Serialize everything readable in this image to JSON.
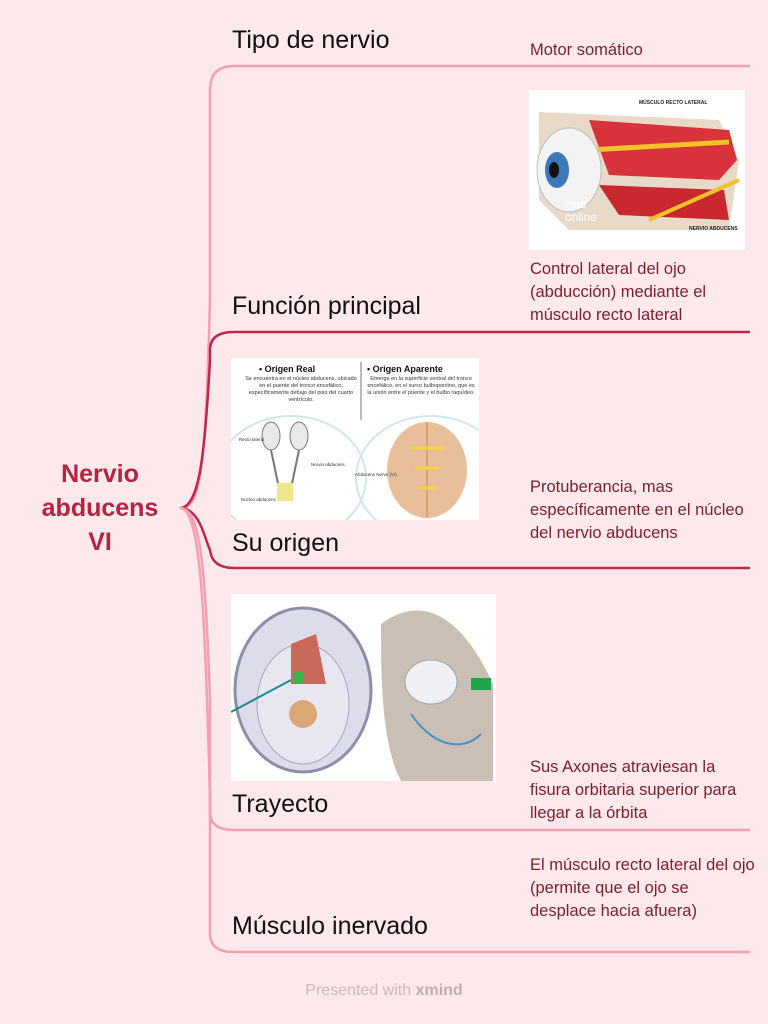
{
  "central": {
    "line1": "Nervio",
    "line2": "abducens",
    "line3": "VI"
  },
  "branches": [
    {
      "title": "Tipo de  nervio",
      "text": "Motor somático"
    },
    {
      "title": "Función principal",
      "text": "Control lateral del ojo (abducción) mediante el músculo recto lateral"
    },
    {
      "title": "Su origen",
      "text": "Protuberancia, mas específicamente en el núcleo del nervio abducens"
    },
    {
      "title": "Trayecto",
      "text": "Sus Axones atraviesan la fisura orbitaria superior para llegar a la órbita"
    },
    {
      "title": "Músculo inervado",
      "text": "El músculo recto lateral del ojo (permite que el ojo se desplace hacia afuera)"
    }
  ],
  "figures": {
    "eye": {
      "label_top": "MÚSCULO RECTO LATERAL",
      "label_bottom": "NERVIO ABDUCENS",
      "watermark1": "fisio",
      "watermark2": "online"
    },
    "origin": {
      "left_title": "• Origen Real",
      "left_text": "Se encuentra en el núcleo abducens, ubicado en el puente del tronco encefálico, específicamente debajo del piso del cuarto ventrículo.",
      "right_title": "• Origen Aparente",
      "right_text": "Emerge en la superficie ventral del tronco encefálico, en el surco bulbopontino, que es la unión entre el puente y el bulbo raquídeo.",
      "label_recto": "Recto lateral",
      "label_nervio": "Nervio abducens",
      "label_nucleo": "Núcleo abducens",
      "label_abducens": "Abducens Nerve (VI)"
    }
  },
  "footer": {
    "prefix": "Presented with ",
    "brand": "xmind"
  },
  "colors": {
    "background": "#fde8ec",
    "accent": "#b5233f",
    "line_light": "#f2a0b2",
    "line_dark": "#c2264a",
    "text_desc": "#7a1f2e"
  }
}
